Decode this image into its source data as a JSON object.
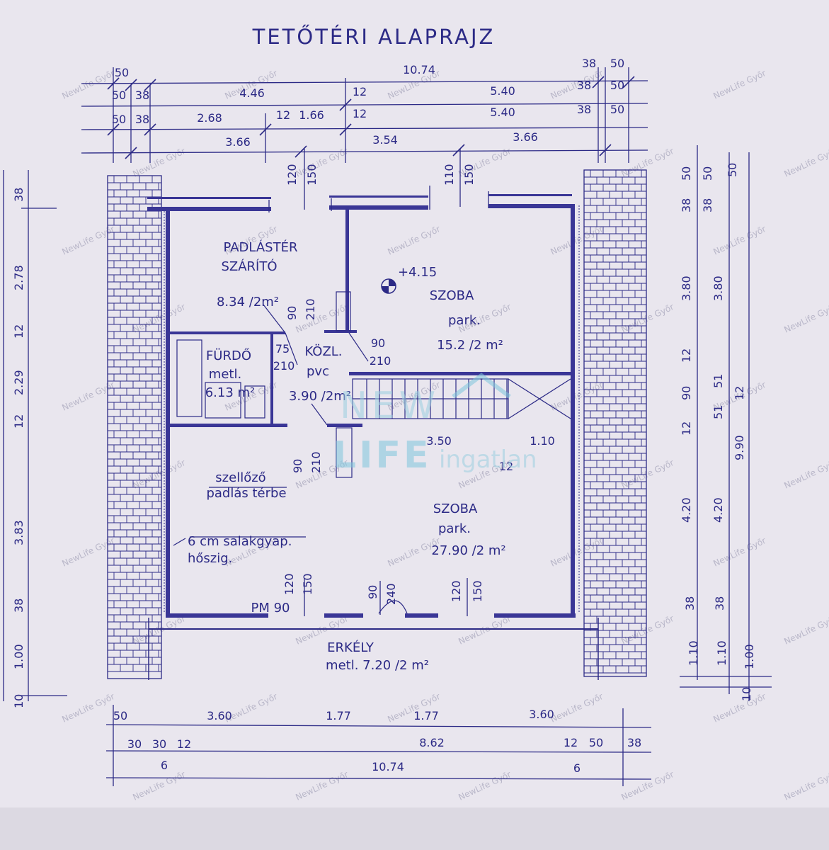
{
  "title": "TETŐTÉRI ALAPRAJZ",
  "rooms": {
    "attic": {
      "name1": "PADLÁSTÉR",
      "name2": "SZÁRÍTÓ",
      "area": "8.34 /2m²"
    },
    "room_top": {
      "name": "SZOBA",
      "floor": "park.",
      "area": "15.2 /2 m²"
    },
    "bath": {
      "name": "FÜRDŐ",
      "floor": "metl.",
      "area": "6.13 m²"
    },
    "hall": {
      "name": "KÖZL.",
      "floor": "pvc",
      "area": "3.90 /2m²"
    },
    "room_bottom": {
      "name": "SZOBA",
      "floor": "park.",
      "area": "27.90 /2 m²"
    },
    "balcony": {
      "name": "ERKÉLY",
      "floor_area": "metl. 7.20 /2 m²"
    }
  },
  "notes": {
    "level": "+4.15",
    "vent1": "szellőző",
    "vent2": "padlás térbe",
    "insul1": "6 cm salakgyap.",
    "insul2": "hőszig.",
    "door_pm": "PM 90"
  },
  "dims_top": {
    "row1": [
      "50",
      "10.74",
      "38",
      "50"
    ],
    "row2": [
      "50",
      "38",
      "4.46",
      "12",
      "5.40",
      "38",
      "50"
    ],
    "row3": [
      "50",
      "38",
      "2.68",
      "12",
      "1.66",
      "12",
      "5.40",
      "38",
      "50"
    ],
    "row4": [
      "3.66",
      "3.54",
      "3.66"
    ]
  },
  "dims_bottom": {
    "row1": [
      "50",
      "3.60",
      "1.77",
      "1.77",
      "3.60"
    ],
    "row2": [
      "30",
      "30",
      "12",
      "8.62",
      "12",
      "50",
      "38"
    ],
    "row3": [
      "6",
      "10.74",
      "6"
    ]
  },
  "dims_left": [
    "38",
    "2.78",
    "12",
    "2.29",
    "12",
    "3.83",
    "38",
    "1.00",
    "10"
  ],
  "dims_right": {
    "col1": [
      "50",
      "38",
      "3.80",
      "12",
      "90",
      "12",
      "4.20",
      "38",
      "1.10"
    ],
    "col2": [
      "50",
      "38",
      "3.80",
      "51",
      "51",
      "4.20",
      "38",
      "1.10",
      "10"
    ],
    "col3": [
      "50",
      "12",
      "9.90",
      "1.00"
    ]
  },
  "openings": {
    "win1": [
      "120",
      "150"
    ],
    "win2": [
      "110",
      "150"
    ],
    "door_attic": [
      "90",
      "210"
    ],
    "door_bath": [
      "75",
      "210"
    ],
    "door_room": [
      "90",
      "210"
    ],
    "door_lower": [
      "90",
      "210"
    ],
    "bot_win1": [
      "120",
      "150"
    ],
    "bot_door": [
      "90",
      "240"
    ],
    "bot_win2": [
      "120",
      "150"
    ]
  },
  "stair": {
    "len": "3.50",
    "w": "1.10",
    "t": "12"
  },
  "watermark": {
    "brand1": "NEW",
    "brand2": "LIFE",
    "brand3": "ingatlan",
    "small": "NewLife Győr"
  },
  "colors": {
    "ink": "#2c2a86",
    "paper": "#e9e6ee",
    "watermark": "#7ec6dd"
  }
}
